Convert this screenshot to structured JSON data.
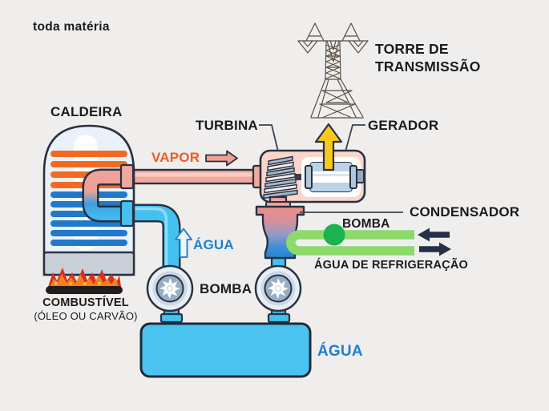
{
  "meta": {
    "description": "Thermoelectric power plant schematic (Portuguese educational diagram)"
  },
  "logo": {
    "text": "toda matéria"
  },
  "labels": {
    "boiler": "CALDEIRA",
    "steam": "VAPOR",
    "turbine": "TURBINA",
    "generator": "GERADOR",
    "tower_line1": "TORRE DE",
    "tower_line2": "TRANSMISSÃO",
    "condenser": "CONDENSADOR",
    "pump_cooling": "BOMBA",
    "cooling_water": "ÁGUA DE REFRIGERAÇÃO",
    "pump_main": "BOMBA",
    "water_up": "ÁGUA",
    "water_tank": "ÁGUA",
    "fuel": "COMBUSTÍVEL",
    "fuel_sub": "(ÓLEO OU CARVÃO)"
  },
  "colors": {
    "background": "#EFEEEC",
    "outline": "#2A3140",
    "steam_pink": "#F2A89E",
    "turbine_box": "#F9D6C9",
    "hot_orange": "#F26A22",
    "cold_blue": "#2279C9",
    "water_cyan": "#45C1F0",
    "cooling_green": "#8CD96C",
    "pump_green": "#1CB24F",
    "electric_yellow": "#F8C81C",
    "flow_navy": "#252F4A",
    "label_orange": "#F15A24",
    "label_blue": "#1B80D6",
    "text": "#1B1B1F"
  },
  "icons": [
    "transmission-tower-icon",
    "boiler-icon",
    "flames-icon",
    "steam-pipe",
    "turbine-icon",
    "generator-icon",
    "electricity-arrow-icon",
    "condenser-icon",
    "cooling-pipe",
    "cooling-pump-icon",
    "pump-icon",
    "water-tank",
    "water-pipe",
    "flow-arrow-left-icon",
    "flow-arrow-right-icon",
    "steam-arrow-icon",
    "water-up-arrow-icon"
  ]
}
